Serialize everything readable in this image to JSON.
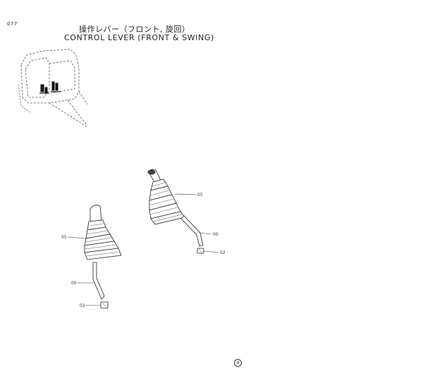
{
  "header": {
    "page_number": "077",
    "title_jp": "操作レバー（フロント, 旋回）",
    "title_en": "CONTROL LEVER (FRONT & SWING)"
  },
  "callouts": {
    "right_boot": "05",
    "right_lever": "00",
    "right_nut": "02",
    "left_boot": "05",
    "left_lever": "00",
    "left_nut": "02"
  },
  "footer": {
    "mark": "⑨"
  }
}
